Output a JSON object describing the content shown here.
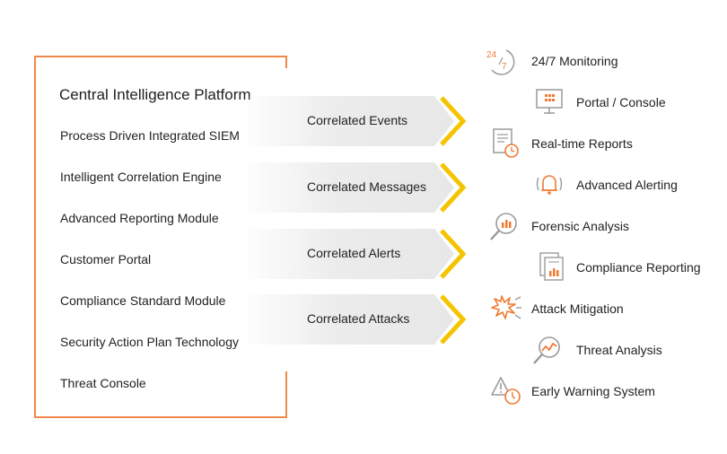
{
  "platform": {
    "title": "Central Intelligence Platform",
    "modules": [
      "Process Driven Integrated SIEM",
      "Intelligent Correlation Engine",
      "Advanced Reporting Module",
      "Customer Portal",
      "Compliance Standard Module",
      "Security Action Plan Technology",
      "Threat Console"
    ]
  },
  "flows": [
    "Correlated Events",
    "Correlated Messages",
    "Correlated Alerts",
    "Correlated Attacks"
  ],
  "capabilities": [
    {
      "label": "24/7 Monitoring",
      "icon": "clock-24-7-icon"
    },
    {
      "label": "Portal / Console",
      "icon": "monitor-icon"
    },
    {
      "label": "Real-time Reports",
      "icon": "report-clock-icon"
    },
    {
      "label": "Advanced Alerting",
      "icon": "bell-icon"
    },
    {
      "label": "Forensic Analysis",
      "icon": "magnifier-chart-icon"
    },
    {
      "label": "Compliance Reporting",
      "icon": "documents-icon"
    },
    {
      "label": "Attack Mitigation",
      "icon": "burst-icon"
    },
    {
      "label": "Threat Analysis",
      "icon": "magnifier-trend-icon"
    },
    {
      "label": "Early Warning System",
      "icon": "warning-clock-icon"
    }
  ],
  "colors": {
    "frame": "#f0884a",
    "accent": "#f07a32",
    "chevron": "#f5c400",
    "icon_gray": "#9a9a9a"
  }
}
